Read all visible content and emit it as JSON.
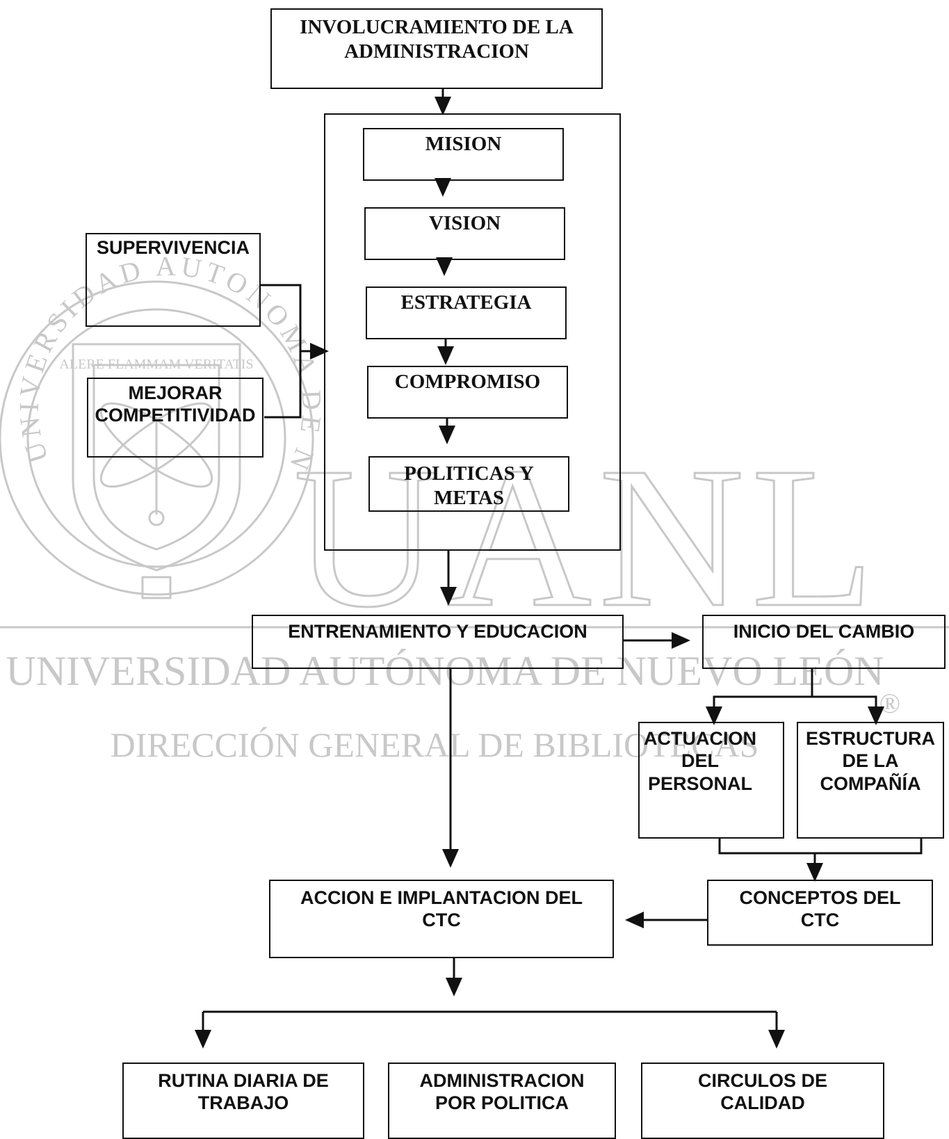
{
  "header": {
    "title": "INVOLUCRAMIENTO DE LA\nADMINISTRACION"
  },
  "steps": {
    "mision": "MISION",
    "vision": "VISION",
    "estrategia": "ESTRATEGIA",
    "compromiso": "COMPROMISO",
    "politicas": "POLITICAS Y\nMETAS"
  },
  "drivers": {
    "supervivencia": "SUPERVIVENCIA",
    "competitividad": "MEJORAR\nCOMPETITIVIDAD"
  },
  "flow": {
    "entrenamiento": "ENTRENAMIENTO Y EDUCACION",
    "inicio_cambio": "INICIO DEL CAMBIO",
    "actuacion": "ACTUACION\nDEL\nPERSONAL",
    "estructura": "ESTRUCTURA\nDE LA\nCOMPAÑÍA",
    "conceptos": "CONCEPTOS DEL\nCTC",
    "accion": "ACCION E IMPLANTACION DEL\nCTC"
  },
  "outcomes": {
    "rutina": "RUTINA DIARIA DE\nTRABAJO",
    "administracion": "ADMINISTRACION\nPOR POLITICA",
    "circulos": "CIRCULOS DE\nCALIDAD"
  },
  "watermark": {
    "seal_ring": "UNIVERSIDAD AUTONOMA DE NUEVO LEON",
    "seal_motto": "ALERE FLAMMAM VERITATIS",
    "logo": "UANL",
    "line1": "UNIVERSIDAD AUTÓNOMA DE NUEVO LEÓN",
    "line2": "DIRECCIÓN GENERAL DE BIBLIOTECAS",
    "registered": "®"
  },
  "colors": {
    "ink": "#111111",
    "watermark": "#c8c8c8"
  }
}
